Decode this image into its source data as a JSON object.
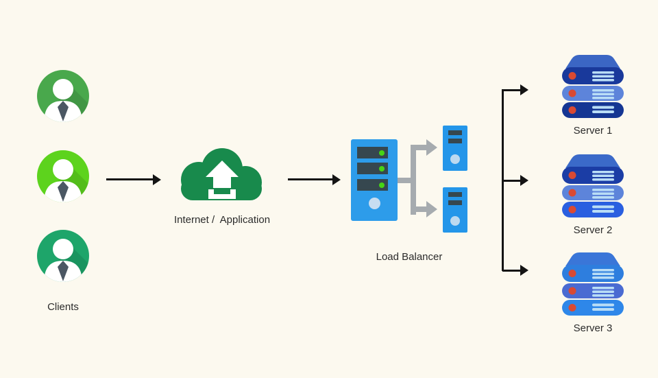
{
  "palette": {
    "background": "#fcf9ef",
    "text": "#2b2b2b",
    "arrow_black": "#141414",
    "splitter_gray": "#a6abaf",
    "red_dot": "#d94a33",
    "server_lines": "#b9ddf6",
    "slot_dark": "#36474f",
    "led_green": "#46d415",
    "lb_blue": "#2d9cea",
    "lb_circle": "#c7ddf1",
    "mini_server_blue": "#2496e9",
    "mini_circle": "#bcd9f0",
    "tie": "#4b5763",
    "cloud_green": "#188a4c"
  },
  "clients": {
    "label": "Clients",
    "avatars": [
      {
        "name": "client-1",
        "color": "#49a84c"
      },
      {
        "name": "client-2",
        "color": "#5dd31d"
      },
      {
        "name": "client-3",
        "color": "#1ea56a"
      }
    ]
  },
  "internet": {
    "label": "Internet /  Application"
  },
  "load_balancer": {
    "label": "Load Balancer"
  },
  "servers": [
    {
      "label": "Server 1",
      "colors": {
        "top": "#3b66c4",
        "layer1": "#19399b",
        "layer2": "#5d84da",
        "layer3": "#153693"
      }
    },
    {
      "label": "Server 2",
      "colors": {
        "top": "#3b6ac9",
        "layer1": "#1b3da5",
        "layer2": "#5d84da",
        "layer3": "#2a5fe0"
      }
    },
    {
      "label": "Server 3",
      "colors": {
        "top": "#3a76d8",
        "layer1": "#2e7ede",
        "layer2": "#4a6bd2",
        "layer3": "#2e87e9"
      }
    }
  ]
}
